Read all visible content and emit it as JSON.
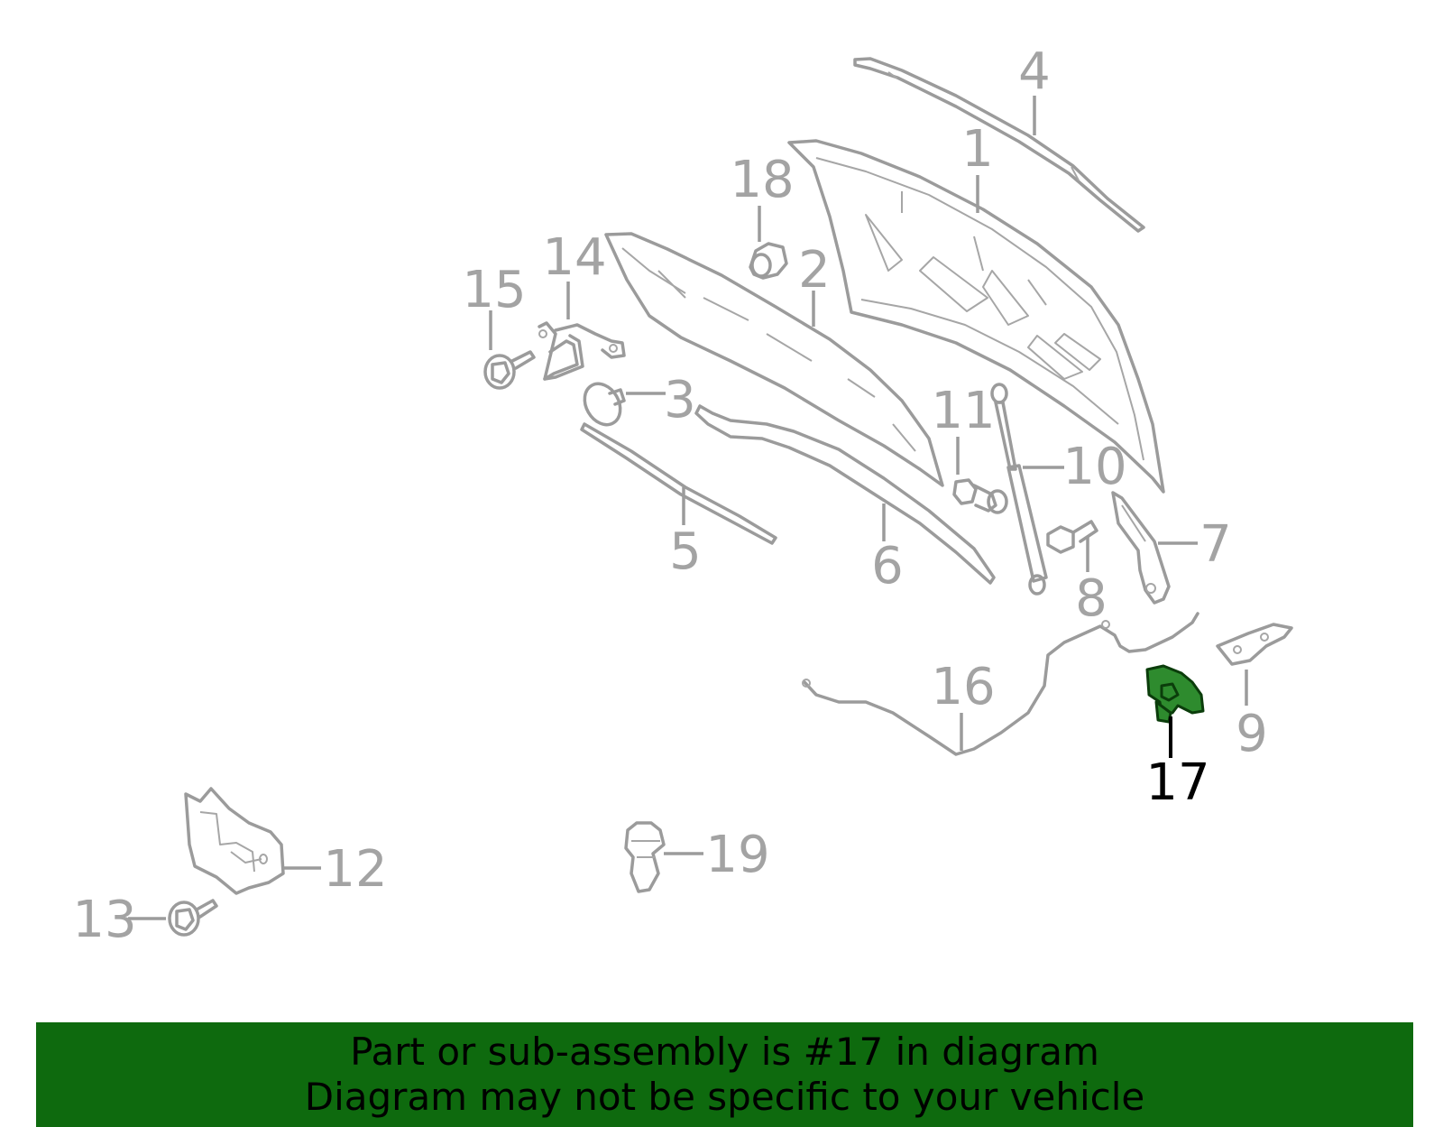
{
  "diagram": {
    "highlighted_part": "17",
    "callouts": [
      {
        "id": "1",
        "label": "1"
      },
      {
        "id": "2",
        "label": "2"
      },
      {
        "id": "3",
        "label": "3"
      },
      {
        "id": "4",
        "label": "4"
      },
      {
        "id": "5",
        "label": "5"
      },
      {
        "id": "6",
        "label": "6"
      },
      {
        "id": "7",
        "label": "7"
      },
      {
        "id": "8",
        "label": "8"
      },
      {
        "id": "9",
        "label": "9"
      },
      {
        "id": "10",
        "label": "10"
      },
      {
        "id": "11",
        "label": "11"
      },
      {
        "id": "12",
        "label": "12"
      },
      {
        "id": "13",
        "label": "13"
      },
      {
        "id": "14",
        "label": "14"
      },
      {
        "id": "15",
        "label": "15"
      },
      {
        "id": "16",
        "label": "16"
      },
      {
        "id": "17",
        "label": "17"
      },
      {
        "id": "18",
        "label": "18"
      },
      {
        "id": "19",
        "label": "19"
      }
    ],
    "colors": {
      "part_line": "#9b9b9b",
      "label": "#a3a3a3",
      "highlight_label": "#000000",
      "highlight_fill": "#2e8b2e",
      "banner_bg": "#0e6a0e",
      "banner_text": "#000000"
    }
  },
  "banner": {
    "line1": "Part or sub-assembly is #17 in diagram",
    "line2": "Diagram may not be specific to your vehicle"
  }
}
